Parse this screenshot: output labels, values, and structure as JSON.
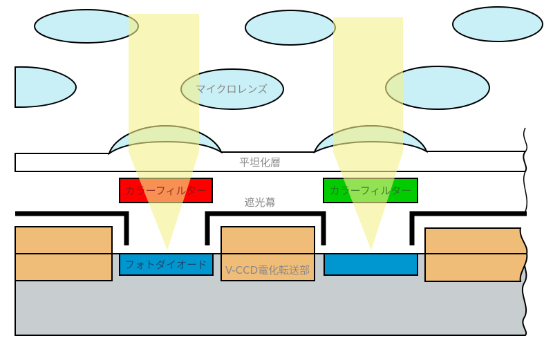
{
  "labels": {
    "microlens": "マイクロレンズ",
    "planarization": "平坦化層",
    "color_filter_red": "カラーフィルター",
    "color_filter_green": "カラーフィルター",
    "light_shield": "遮光幕",
    "photodiode": "フォトダイオード",
    "vccd": "V-CCD電化転送部"
  },
  "colors": {
    "lens": "#c8f0f6",
    "light": "#f5f08a",
    "red_filter": "#ff0000",
    "green_filter": "#00cc00",
    "photodiode": "#0096d0",
    "vccd": "#f0bd78",
    "substrate": "#c8ced0",
    "label_text": "#8a8a8a"
  }
}
